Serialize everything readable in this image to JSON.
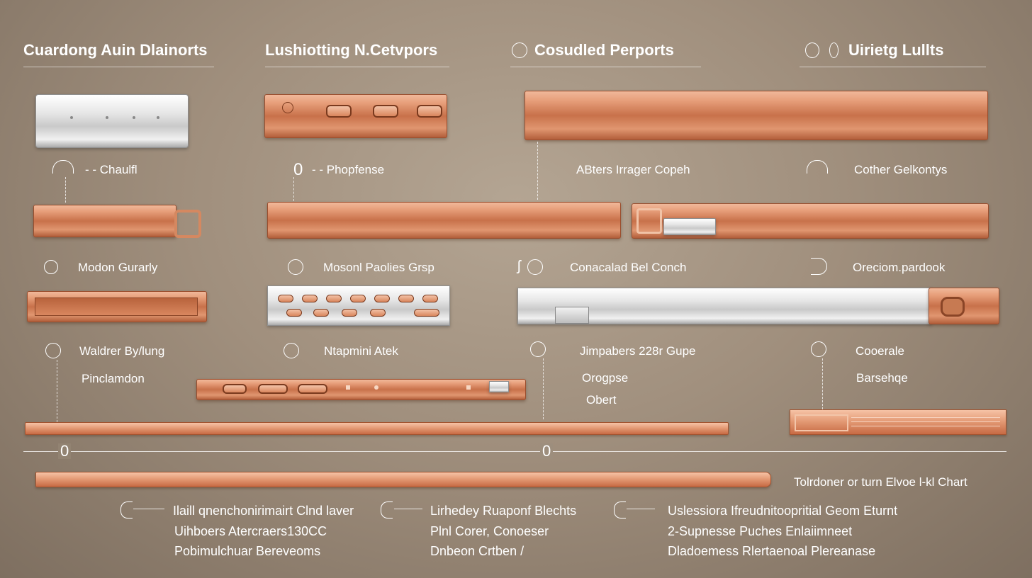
{
  "headers": [
    "Cuardong Auin Dlainorts",
    "Lushiotting N.Cetvpors",
    "Cosudled Perports",
    "Uirietg Lullts"
  ],
  "labels": {
    "r1": [
      "- - Chaulfl",
      "- - Phopfense",
      "ABters Irrager Copeh",
      "Cother Gelkontys"
    ],
    "r2": [
      "Modon Gurarly",
      "Mosonl Paolies Grsp",
      "Conacalad Bel Conch",
      "Oreciom.pardook"
    ],
    "r3": [
      "Waldrer By/lung",
      "Ntapmini Atek",
      "Jimpabers 228r Gupe",
      "Cooerale"
    ],
    "r3b": [
      "Pinclamdon",
      "Orogpse",
      "Obert",
      "Barsehqe"
    ],
    "side": "Tolrdoner or turn Elvoe l-kl Chart"
  },
  "captions": {
    "c1": [
      "Ilaill  qnenchonirimairt Clnd laver",
      "Uihboers Atercraers130CC",
      "Pobimulchuar Bereveoms"
    ],
    "c2": [
      "Lirhedey Ruaponf Blechts",
      "Plnl Corer, Conoeser",
      "Dnbeon Crtben /"
    ],
    "c3": [
      "Uslessiora Ifreudnitoopritial Geom Eturnt",
      "2-Supnesse Puches Enlaiimneet",
      "Dladoemess Rlertaenoal Plereanase"
    ]
  },
  "axis_markers": [
    "0",
    "0"
  ],
  "colors": {
    "copper": "#c8714a",
    "silver": "#d9d9d9",
    "background": "#a08f7d"
  }
}
